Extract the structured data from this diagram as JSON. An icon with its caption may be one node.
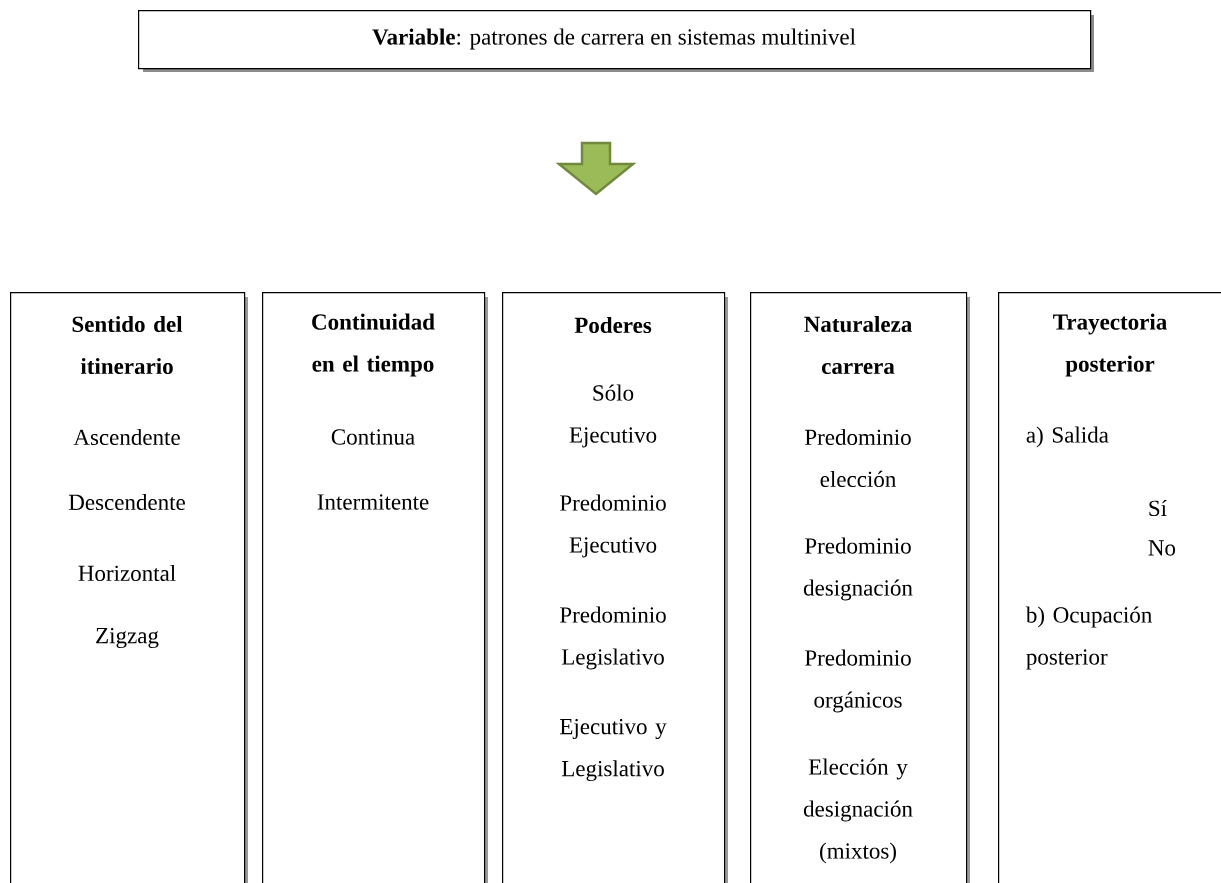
{
  "diagram": {
    "nodes": [
      {
        "text": [
          "**Variable**: patrones de carrera en sistemas multinivel"
        ]
      },
      {
        "text": [
          "Sentido del itinerario",
          "Ascendente",
          "Descendente",
          "Horizontal",
          "Zigzag"
        ]
      },
      {
        "text": [
          "Continuidad en el tiempo",
          "Continua",
          "Intermitente"
        ]
      },
      {
        "text": [
          "Poderes",
          "Sólo Ejecutivo",
          "Predominio Ejecutivo",
          "Predominio Legislativo",
          "Ejecutivo y Legislativo"
        ]
      },
      {
        "text": [
          "Naturaleza carrera",
          "Predominio elección",
          "Predominio designación",
          "Predominio orgánicos",
          "Elección y designación (mixtos)"
        ]
      },
      {
        "text": [
          "Trayectoria posterior",
          "a) Salida",
          "Sí",
          "No",
          "b) Ocupación posterior"
        ]
      }
    ]
  }
}
